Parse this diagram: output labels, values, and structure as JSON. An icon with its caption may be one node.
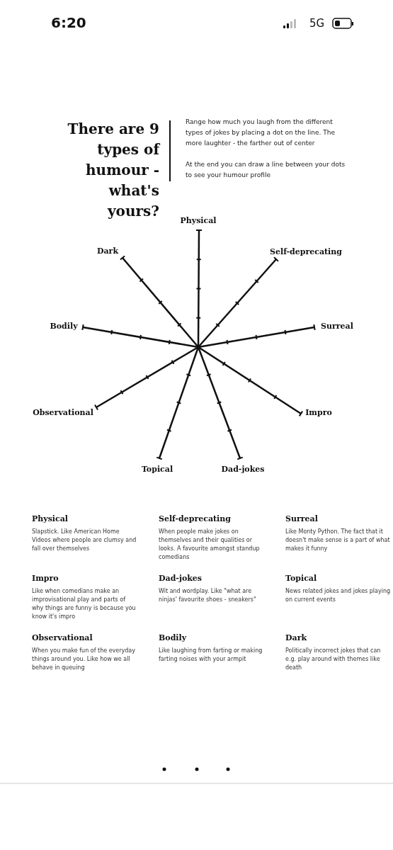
{
  "diagram": {
    "title": "There are 9 types of humour - what's yours?",
    "labels": [
      "6:20",
      "5G",
      "Range how much you laugh from the different types of jokes by placing a dot on the line. The more laughter - the farther out of center",
      "At the end you can draw a line between your dots to see your humour profile",
      "Physical",
      "Dark",
      "Self-deprecating",
      "Bodily",
      "Surreal",
      "Observational",
      "Impro",
      "Topical",
      "Dad-jokes",
      "Physical",
      "Slapstick. Like American Home Videos where people are clumsy and fall over themselves",
      "Self-deprecating",
      "When people make jokes on themselves and their qualities or looks. A favourite amongst standup comedians",
      "Surreal",
      "Like Monty Python. The fact that it doesn't make sense is a part of what makes it funny",
      "Impro",
      "Like when comedians make an improvisational play and parts of why things are funny is because you know it's impro",
      "Dad-jokes",
      "Wit and wordplay. Like \"what are ninjas' favourite shoes - sneakers\"",
      "Topical",
      "News related jokes and jokes playing on current events",
      "Observational",
      "When you make fun of the everyday things around you. Like how we all behave in queuing",
      "Bodily",
      "Like laughing from farting or making farting noises with your armpit",
      "Dark",
      "Politically incorrect jokes that can e.g. play around with themes like death"
    ]
  }
}
